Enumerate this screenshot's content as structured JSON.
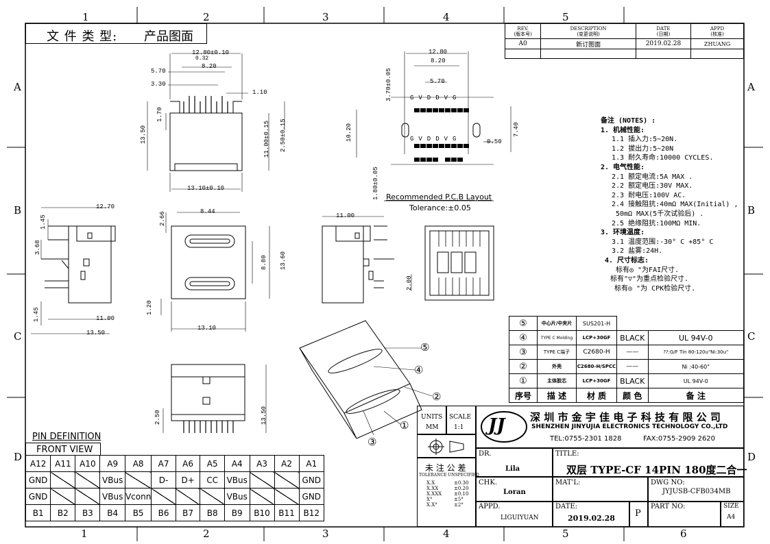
{
  "header": {
    "doc_type_label": "文 件 类 型:",
    "doc_type_value": "产品图面"
  },
  "grid": {
    "cols": [
      "1",
      "2",
      "3",
      "4",
      "5",
      "6"
    ],
    "rows": [
      "A",
      "B",
      "C",
      "D"
    ]
  },
  "revision": {
    "headers": [
      "REV.",
      "(版本号)",
      "DESCRIPTION",
      "(变更说明)",
      "DATE",
      "(日期)",
      "APPD",
      "(核准)"
    ],
    "row": {
      "rev": "A0",
      "desc": "新订图面",
      "date": "2019.02.28",
      "appd": "ZHUANG"
    }
  },
  "dims": {
    "top_left": [
      "12.80±0.10",
      "8.20",
      "5.70",
      "3.30",
      "1.10",
      "1.70",
      "13.50",
      "11.00±0.15",
      "2.50±0.15",
      "13.10±0.10",
      "0.32"
    ],
    "pcb": [
      "12.80",
      "8.20",
      "5.70",
      "3.70±0.05",
      "10.20",
      "7.40",
      "0.50",
      "1.80±0.05"
    ],
    "side": [
      "12.70",
      "1.45",
      "3.68",
      "1.45",
      "11.00",
      "13.50"
    ],
    "front": [
      "8.44",
      "2.66",
      "8.80",
      "13.60",
      "1.20",
      "13.10"
    ],
    "right": [
      "11.00",
      "2.00"
    ],
    "bottom": [
      "2.50",
      "13.50"
    ]
  },
  "pcb_layout": {
    "title": "Recommended P.C.B Layout",
    "tolerance": "Tolerance:±0.05",
    "pin_letters_top": [
      "G",
      "V",
      "D",
      "D",
      "V",
      "G"
    ],
    "pin_letters_mid": [
      "G",
      "V",
      "D",
      "D",
      "V",
      "G"
    ]
  },
  "notes": {
    "title": "备注 (NOTES) :",
    "lines": [
      "1. 机械性能:",
      "1.1 插入力:5~20N.",
      "1.2 拔出力:5~20N",
      "1.3 耐久寿命:10000  CYCLES.",
      "2. 电气性能:",
      "2.1 额定电流:5A MAX .",
      "2.2 额定电压:30V MAX.",
      "2.3 耐电压:100V AC.",
      "2.4 接触阻抗:40mΩ MAX(Initial) ,",
      "50mΩ MAX(5千次试验后) .",
      "2.5 绝缘阻抗:100MΩ MIN.",
      "3. 环境温度:",
      "3.1 温度范围:-30° C  +85° C",
      "3.2 盐雾:24H.",
      "4. 尺寸标志:",
      "标有◎ \"为FAI尺寸.",
      "标有\"▽\"为重点检验尺寸.",
      "标有◎ \"为 CPK检验尺寸."
    ]
  },
  "bom": {
    "headers": [
      "序号",
      "描 述",
      "材 质",
      "颜 色",
      "备 注"
    ],
    "rows": [
      {
        "no": "⑤",
        "desc": "中心片/中夹片",
        "mat": "SUS201-H",
        "color": "",
        "note": ""
      },
      {
        "no": "④",
        "desc": "TYPE C Molding",
        "mat": "LCP+30GF",
        "color": "BLACK",
        "note": "UL  94V-0"
      },
      {
        "no": "③",
        "desc": "TYPE C端子",
        "mat": "C2680-H",
        "color": "——",
        "note": "??:G/F Tin 80-120u\"Ni:30u\""
      },
      {
        "no": "②",
        "desc": "外壳",
        "mat": "C2680-H/SPCC",
        "color": "——",
        "note": "Ni :40-60\""
      },
      {
        "no": "①",
        "desc": "主体胶芯",
        "mat": "LCP+30GF",
        "color": "BLACK",
        "note": "UL 94V-0"
      }
    ]
  },
  "callouts": [
    "⑤",
    "④",
    "②",
    "①",
    "③"
  ],
  "title_block": {
    "units_label": "UNITS",
    "units_value": "MM",
    "scale_label": "SCALE",
    "scale_value": "1:1",
    "logo": "JJ",
    "company_cn": "深 圳 市 金 宇 佳 电 子 科 技 有 限 公 司",
    "company_en": "SHENZHEN  JINYUJIA  ELECTRONICS TECHNOLOGY CO.,LTD",
    "tel": "TEL:0755-2301 1828",
    "fax": "FAX:0755-2909 2620",
    "tol_title": "未 注 公 差",
    "tol_sub": "TOLERANCE UNSPECIFIED",
    "tol_rows": [
      {
        "k": "X.X",
        "v": "±0.30"
      },
      {
        "k": "X.XX",
        "v": "±0.20"
      },
      {
        "k": "X.XXX",
        "v": "±0.10"
      },
      {
        "k": "X°",
        "v": "±5°"
      },
      {
        "k": "X.X°",
        "v": "±2°"
      }
    ],
    "dr_label": "DR.",
    "dr_value": "Lila",
    "chk_label": "CHK.",
    "chk_value": "Loran",
    "appd_label": "APPD.",
    "appd_value": "LIGUIYUAN",
    "title_label": "TITLE:",
    "title_value": "双层 TYPE-CF 14PIN 180度二合一",
    "matl_label": "MAT'L:",
    "dwg_label": "DWG NO:",
    "dwg_value": "JYJUSB-CFB034MB",
    "date_label": "DATE:",
    "date_value": "2019.02.28",
    "p_label": "P",
    "part_label": "PART NO:",
    "size_label": "SIZE",
    "size_value": "A4"
  },
  "pin_def": {
    "title": "PIN DEFINITION",
    "subtitle": "FRONT VIEW",
    "top_pins": [
      "A12",
      "A11",
      "A10",
      "A9",
      "A8",
      "A7",
      "A6",
      "A5",
      "A4",
      "A3",
      "A2",
      "A1"
    ],
    "top_sig": [
      "GND",
      "/",
      "/",
      "VBus",
      "/",
      "D-",
      "D+",
      "CC",
      "VBus",
      "/",
      "/",
      "GND"
    ],
    "bot_sig": [
      "GND",
      "/",
      "/",
      "VBus",
      "Vconn",
      "/",
      "/",
      "/",
      "VBus",
      "/",
      "/",
      "GND"
    ],
    "bot_pins": [
      "B1",
      "B2",
      "B3",
      "B4",
      "B5",
      "B6",
      "B7",
      "B8",
      "B9",
      "B10",
      "B11",
      "B12"
    ]
  }
}
